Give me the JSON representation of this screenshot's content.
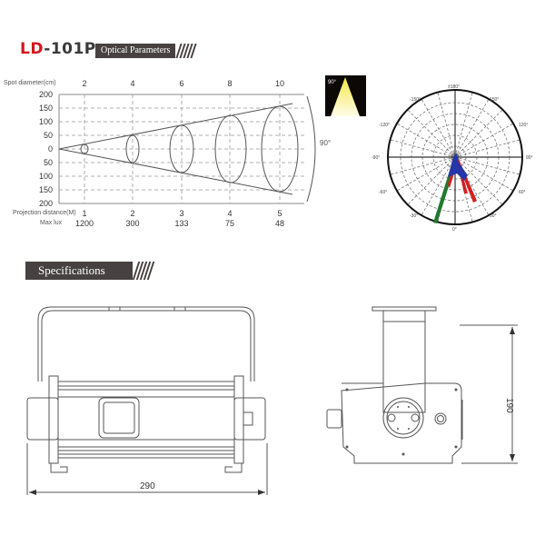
{
  "header": {
    "model_prefix": "LD",
    "model_suffix": "-101P",
    "section1_title": "Optical Parameters",
    "section2_title": "Specifications"
  },
  "colors": {
    "brand_red": "#d4161b",
    "banner_bg": "#474241",
    "beam_yellow": "#f7ef6a",
    "polar_green": "#1f7a2e",
    "polar_red": "#d42020",
    "polar_blue": "#2536a8"
  },
  "chart_data": [
    {
      "type": "line",
      "title": "Optical Parameters",
      "xlabel": "Projection distance(M)",
      "x_top_label": "Spot diameter(cm)",
      "x_top_ticks": [
        "2",
        "4",
        "6",
        "8",
        "10"
      ],
      "x_ticks": [
        "1",
        "2",
        "3",
        "4",
        "5"
      ],
      "max_lux_label": "Max lux",
      "max_lux_values": [
        "1200",
        "300",
        "133",
        "75",
        "48"
      ],
      "y_ticks": [
        "200",
        "150",
        "100",
        "50",
        "0",
        "50",
        "100",
        "150",
        "200"
      ],
      "ylim": [
        -200,
        200
      ],
      "beam_angle_label": "90°",
      "grid": true,
      "series": [
        {
          "name": "Projection distance(M)",
          "values": [
            1,
            2,
            3,
            4,
            5
          ]
        },
        {
          "name": "Spot diameter(cm)",
          "values": [
            2,
            4,
            6,
            8,
            10
          ]
        },
        {
          "name": "Max lux",
          "values": [
            1200,
            300,
            133,
            75,
            48
          ]
        }
      ]
    },
    {
      "type": "polar",
      "title": "Light distribution",
      "beam_icon_label": "90°",
      "angle_labels": [
        "±180°",
        "-150°",
        "150°",
        "-120°",
        "120°",
        "-90°",
        "90°",
        "-60°",
        "60°",
        "-30°",
        "30°",
        "0°"
      ],
      "series_colors": [
        "#1f7a2e",
        "#d42020",
        "#2536a8"
      ],
      "grid": true
    }
  ],
  "specifications": {
    "front_view": {
      "width_dimension": "290"
    },
    "side_view": {
      "height_dimension": "190"
    }
  }
}
